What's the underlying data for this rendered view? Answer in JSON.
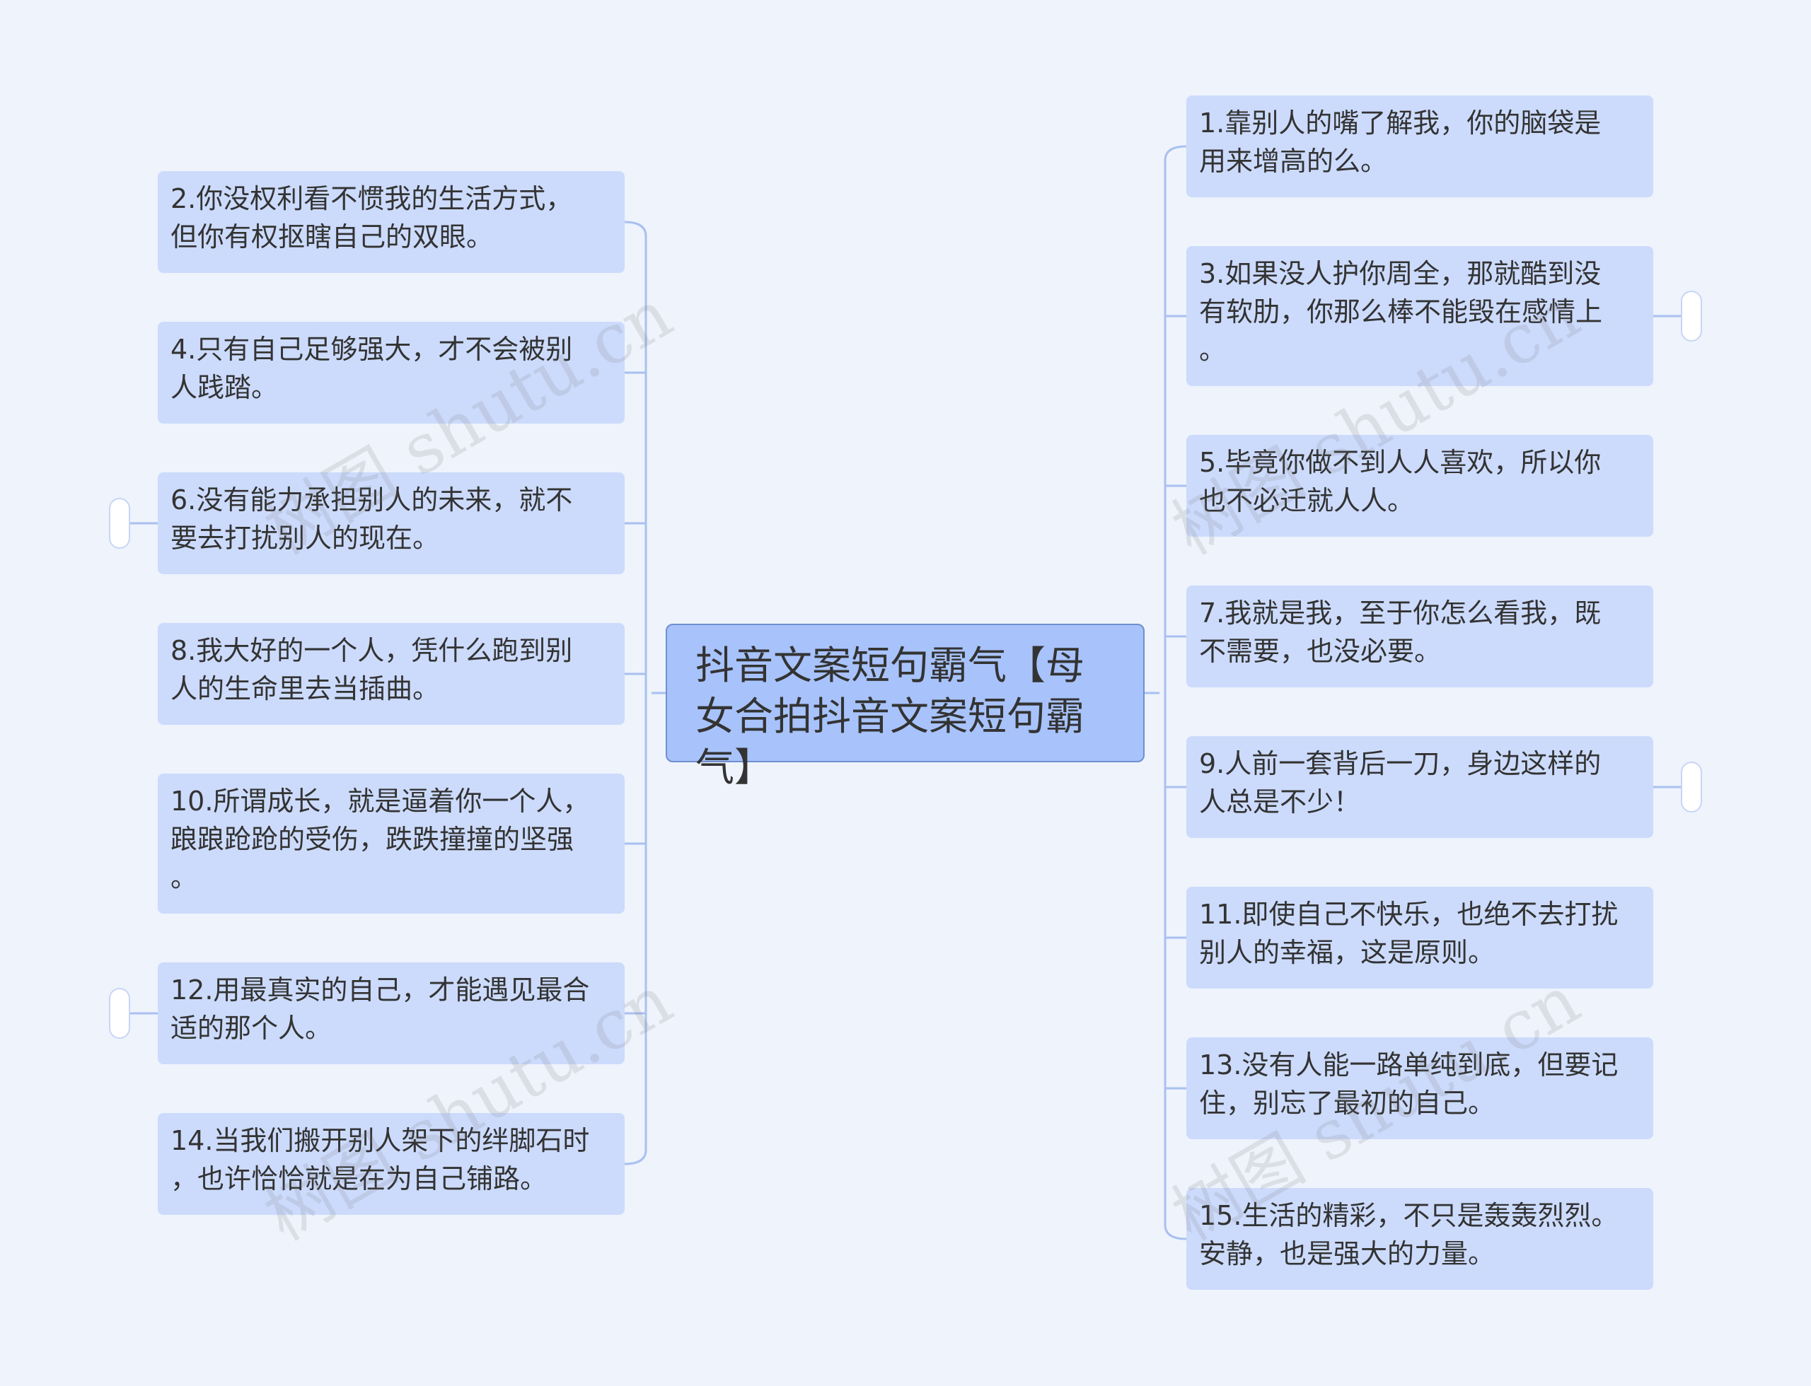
{
  "root": {
    "title": "抖音文案短句霸气【母女合拍抖音文案短句霸气】"
  },
  "left_items": [
    {
      "id": 2,
      "lines": [
        "2.你没权利看不惯我的生活方式，",
        "但你有权抠瞎自己的双眼。"
      ]
    },
    {
      "id": 4,
      "lines": [
        "4.只有自己足够强大，才不会被别",
        "人践踏。"
      ]
    },
    {
      "id": 6,
      "lines": [
        "6.没有能力承担别人的未来，就不",
        "要去打扰别人的现在。"
      ]
    },
    {
      "id": 8,
      "lines": [
        "8.我大好的一个人，凭什么跑到别",
        "人的生命里去当插曲。"
      ]
    },
    {
      "id": 10,
      "lines": [
        "10.所谓成长，就是逼着你一个人，",
        "踉踉跄跄的受伤，跌跌撞撞的坚强",
        "。"
      ]
    },
    {
      "id": 12,
      "lines": [
        "12.用最真实的自己，才能遇见最合",
        "适的那个人。"
      ]
    },
    {
      "id": 14,
      "lines": [
        "14.当我们搬开别人架下的绊脚石时",
        "，也许恰恰就是在为自己铺路。"
      ]
    }
  ],
  "right_items": [
    {
      "id": 1,
      "lines": [
        "1.靠别人的嘴了解我，你的脑袋是",
        "用来增高的么。"
      ]
    },
    {
      "id": 3,
      "lines": [
        "3.如果没人护你周全，那就酷到没",
        "有软肋，你那么棒不能毁在感情上",
        "。"
      ]
    },
    {
      "id": 5,
      "lines": [
        "5.毕竟你做不到人人喜欢，所以你",
        "也不必迁就人人。"
      ]
    },
    {
      "id": 7,
      "lines": [
        "7.我就是我，至于你怎么看我，既",
        "不需要，也没必要。"
      ]
    },
    {
      "id": 9,
      "lines": [
        "9.人前一套背后一刀，身边这样的",
        "人总是不少！"
      ]
    },
    {
      "id": 11,
      "lines": [
        "11.即使自己不快乐，也绝不去打扰",
        "别人的幸福，这是原则。"
      ]
    },
    {
      "id": 13,
      "lines": [
        "13.没有人能一路单纯到底，但要记",
        "住，别忘了最初的自己。"
      ]
    },
    {
      "id": 15,
      "lines": [
        "15.生活的精彩，不只是轰轰烈烈。",
        "安静，也是强大的力量。"
      ]
    }
  ],
  "watermark": {
    "text": "树图 shutu.cn"
  },
  "colors": {
    "background": "#eef3fc",
    "node_fill": "#ccdbfc",
    "root_fill": "#a8c3fb",
    "root_border": "#6f8fcd",
    "connector": "#a9c0f0",
    "text": "#333333"
  }
}
